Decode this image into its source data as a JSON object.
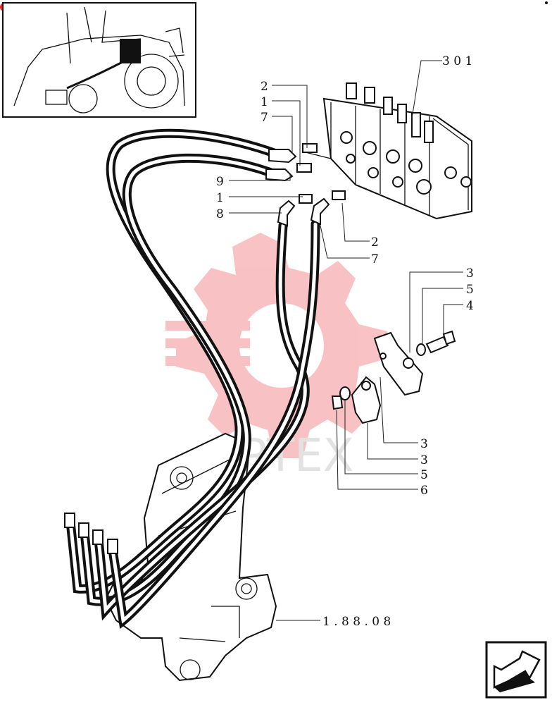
{
  "labels": {
    "l301": "3 0 1",
    "l2a": "2",
    "l1a": "1",
    "l7a": "7",
    "l9": "9",
    "l1b": "1",
    "l8": "8",
    "l2b": "2",
    "l7b": "7",
    "l3a": "3",
    "l5a": "5",
    "l4": "4",
    "l3b": "3",
    "l3c": "3",
    "l5b": "5",
    "l6": "6",
    "ref": "1 . 8 8 . 0 8"
  },
  "watermark": {
    "text": "EPTEX",
    "color": "#e8232a"
  }
}
